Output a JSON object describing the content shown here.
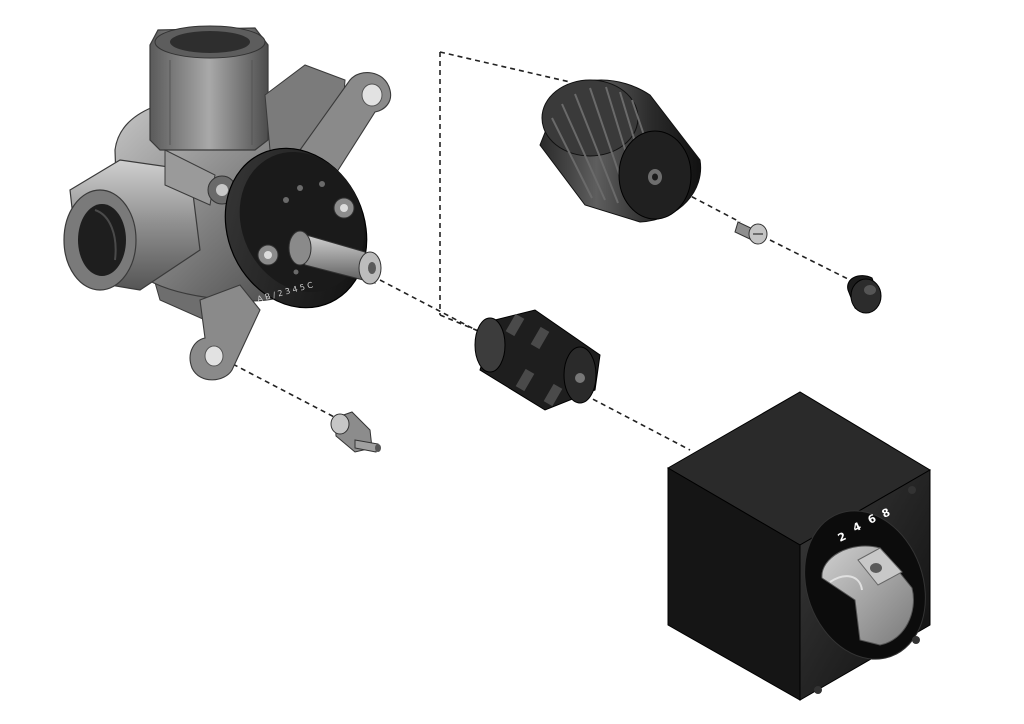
{
  "diagram": {
    "type": "exploded-view",
    "background": "#ffffff",
    "colors": {
      "metal_dark": "#4a4a4a",
      "metal_mid": "#7c7c7c",
      "metal_light": "#b9b9b9",
      "black_part": "#1c1c1c",
      "lever_grey": "#a8a8a8"
    },
    "parts": [
      {
        "name": "valve-body",
        "icon": "valve-body-icon"
      },
      {
        "name": "dial-knob",
        "icon": "knurled-knob-icon"
      },
      {
        "name": "knob-screw",
        "icon": "screw-icon"
      },
      {
        "name": "screw-cap",
        "icon": "cap-icon"
      },
      {
        "name": "adapter-sleeve",
        "icon": "adapter-icon"
      },
      {
        "name": "stop-screw",
        "icon": "screw-icon"
      },
      {
        "name": "trim-cover",
        "icon": "cover-icon"
      }
    ],
    "plate_markings": "A B / 2 3 4 5 C",
    "scale_numbers": [
      "2",
      "4",
      "6",
      "8"
    ]
  }
}
